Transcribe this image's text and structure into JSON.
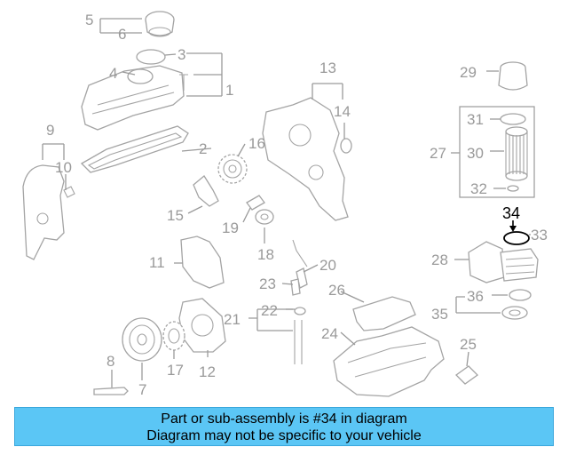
{
  "callouts": [
    "1",
    "2",
    "3",
    "4",
    "5",
    "6",
    "7",
    "8",
    "9",
    "10",
    "11",
    "12",
    "13",
    "14",
    "15",
    "16",
    "17",
    "18",
    "19",
    "20",
    "21",
    "22",
    "23",
    "24",
    "25",
    "26",
    "27",
    "28",
    "29",
    "30",
    "31",
    "32",
    "33",
    "34",
    "35",
    "36"
  ],
  "highlighted_callout": "34",
  "banner": {
    "line1": "Part or sub-assembly is #34 in diagram",
    "line2": "Diagram may not be specific to your vehicle"
  },
  "colors": {
    "banner_bg": "#5bc6f5",
    "diagram_lines": "#9a9a9a",
    "highlight": "#000000"
  }
}
